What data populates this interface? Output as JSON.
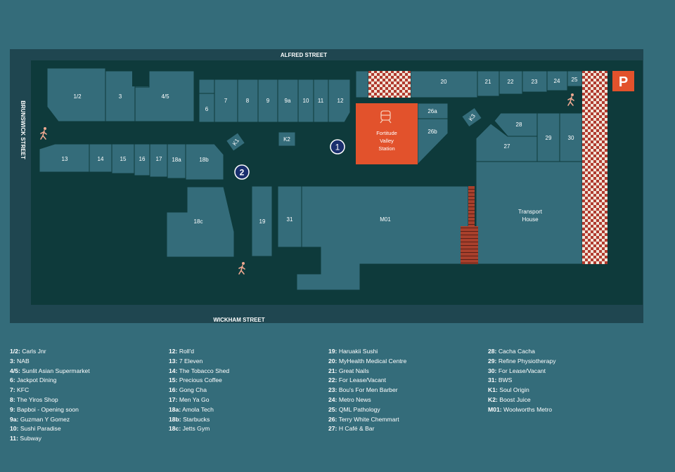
{
  "streets": {
    "north": "ALFRED STREET",
    "south": "WICKHAM STREET",
    "west": "BRUNSWICK STREET"
  },
  "units": {
    "u1_2": "1/2",
    "u3": "3",
    "u4_5": "4/5",
    "u6": "6",
    "u7": "7",
    "u8": "8",
    "u9": "9",
    "u9a": "9a",
    "u10": "10",
    "u11": "11",
    "u12": "12",
    "u13": "13",
    "u14": "14",
    "u15": "15",
    "u16": "16",
    "u17": "17",
    "u18a": "18a",
    "u18b": "18b",
    "u18c": "18c",
    "u19": "19",
    "u20": "20",
    "u21": "21",
    "u22": "22",
    "u23": "23",
    "u24": "24",
    "u25": "25",
    "u26a": "26a",
    "u26b": "26b",
    "u27": "27",
    "u28": "28",
    "u29": "29",
    "u30": "30",
    "u31": "31",
    "m01": "M01",
    "k1": "K1",
    "k2": "K2",
    "k3": "K3"
  },
  "station": {
    "line1": "Fortitude",
    "line2": "Valley",
    "line3": "Station"
  },
  "transport_house": {
    "line1": "Transport",
    "line2": "House"
  },
  "markers": {
    "m1": "1",
    "m2": "2"
  },
  "parking": "P",
  "legend": [
    [
      {
        "code": "1/2:",
        "name": "Carls Jnr"
      },
      {
        "code": "3:",
        "name": "NAB"
      },
      {
        "code": "4/5:",
        "name": "Sunlit Asian Supermarket"
      },
      {
        "code": "6:",
        "name": "Jackpot Dining"
      },
      {
        "code": "7:",
        "name": "KFC"
      },
      {
        "code": "8:",
        "name": "The Yiros Shop"
      },
      {
        "code": "9:",
        "name": "Bapboi - Opening soon"
      },
      {
        "code": "9a:",
        "name": "Guzman Y Gomez"
      },
      {
        "code": "10:",
        "name": "Sushi Paradise"
      },
      {
        "code": "11:",
        "name": "Subway"
      }
    ],
    [
      {
        "code": "12:",
        "name": "Roll'd"
      },
      {
        "code": "13:",
        "name": "7 Eleven"
      },
      {
        "code": "14:",
        "name": "The Tobacco Shed"
      },
      {
        "code": "15:",
        "name": "Precious Coffee"
      },
      {
        "code": "16:",
        "name": "Gong Cha"
      },
      {
        "code": "17:",
        "name": "Men Ya Go"
      },
      {
        "code": "18a:",
        "name": "Amola Tech"
      },
      {
        "code": "18b:",
        "name": "Starbucks"
      },
      {
        "code": "18c:",
        "name": "Jetts Gym"
      }
    ],
    [
      {
        "code": "19:",
        "name": "Haruakii Sushi"
      },
      {
        "code": "20:",
        "name": "MyHealth Medical Centre"
      },
      {
        "code": "21:",
        "name": "Great Nails"
      },
      {
        "code": "22:",
        "name": "For Lease/Vacant"
      },
      {
        "code": "23:",
        "name": "Bou's For Men Barber"
      },
      {
        "code": "24:",
        "name": "Metro News"
      },
      {
        "code": "25:",
        "name": "QML Pathology"
      },
      {
        "code": "26:",
        "name": "Terry White Chemmart"
      },
      {
        "code": "27:",
        "name": "H Café & Bar"
      }
    ],
    [
      {
        "code": "28:",
        "name": "Cacha Cacha"
      },
      {
        "code": "29:",
        "name": "Refine Physiotherapy"
      },
      {
        "code": "30:",
        "name": "For Lease/Vacant"
      },
      {
        "code": "31:",
        "name": "BWS"
      },
      {
        "code": "K1:",
        "name": "Soul Origin"
      },
      {
        "code": "K2:",
        "name": "Boost Juice"
      },
      {
        "code": "M01:",
        "name": "Woolworths Metro"
      }
    ]
  ],
  "colors": {
    "background": "#346c7a",
    "street": "#1f4650",
    "floor": "#0e3a3b",
    "unit": "#346c7a",
    "station": "#e2522c",
    "checker": "#b03a2e",
    "walker": "#f0a890"
  }
}
